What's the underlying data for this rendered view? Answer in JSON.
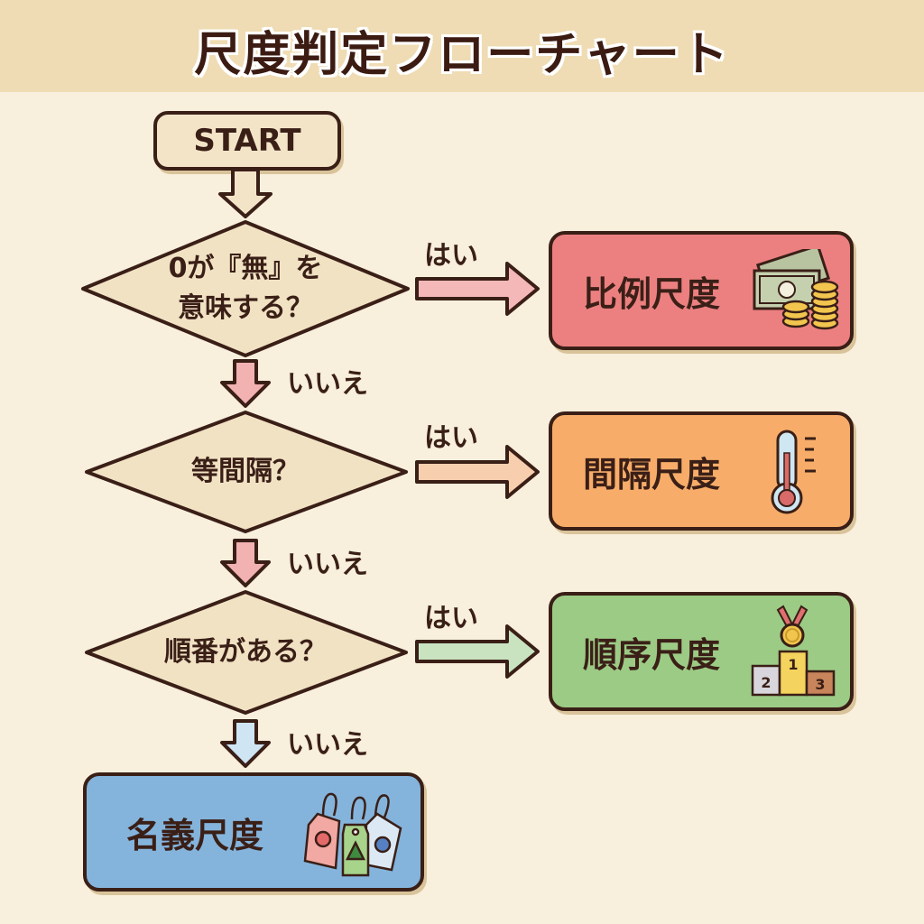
{
  "title": "尺度判定フローチャート",
  "start": "START",
  "questions": [
    {
      "line1": "0が『無』を",
      "line2": "意味する？"
    },
    {
      "line1": "等間隔？",
      "line2": ""
    },
    {
      "line1": "順番がある？",
      "line2": ""
    }
  ],
  "yes_label": "はい",
  "no_label": "いいえ",
  "results": [
    {
      "label": "比例尺度",
      "icon": "money-coins-icon",
      "color": "#ec8080"
    },
    {
      "label": "間隔尺度",
      "icon": "thermometer-icon",
      "color": "#f7ad69"
    },
    {
      "label": "順序尺度",
      "icon": "podium-medal-icon",
      "color": "#9ccb85",
      "podium": [
        "2",
        "1",
        "3"
      ]
    },
    {
      "label": "名義尺度",
      "icon": "tags-icon",
      "color": "#84b4dc"
    }
  ],
  "arrow_colors": {
    "yes": [
      "#f4b8b8",
      "#f7cfae",
      "#c9e3c1"
    ],
    "no": [
      "#f2b2b2",
      "#f2b2b2",
      "#cfe5f4"
    ],
    "start": "#f3e4c8"
  }
}
